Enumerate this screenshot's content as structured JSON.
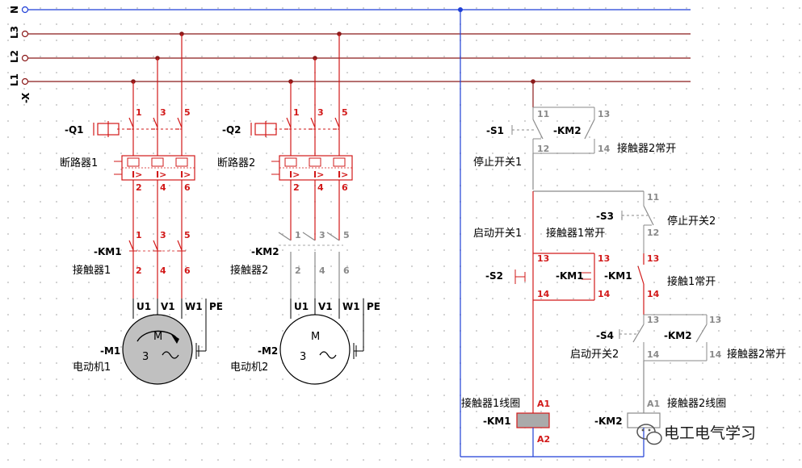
{
  "rails": {
    "n": "N",
    "l3": "L3",
    "l2": "L2",
    "l1": "L1",
    "x": "-X"
  },
  "colors": {
    "neutral": "#1f3fd6",
    "phase": "#8b1a1a",
    "energized": "#d21919",
    "deenergized": "#8a8a8a",
    "motor_running": "#c0c0c0"
  },
  "m1": {
    "breaker_tag": "-Q1",
    "breaker_name": "断路器1",
    "top_terms": [
      "1",
      "3",
      "5"
    ],
    "bottom_terms": [
      "2",
      "4",
      "6"
    ],
    "contactor_tag": "-KM1",
    "contactor_name": "接触器1",
    "motor_terms": [
      "U1",
      "V1",
      "W1",
      "PE"
    ],
    "motor_tag": "-M1",
    "motor_name": "电动机1",
    "motor_m": "M",
    "motor_phase": "3",
    "motor_sym": "~",
    "running": true
  },
  "m2": {
    "breaker_tag": "-Q2",
    "breaker_name": "断路器2",
    "top_terms": [
      "1",
      "3",
      "5"
    ],
    "bottom_terms": [
      "2",
      "4",
      "6"
    ],
    "contactor_tag": "-KM2",
    "contactor_name": "接触器2",
    "motor_terms": [
      "U1",
      "V1",
      "W1",
      "PE"
    ],
    "motor_tag": "-M2",
    "motor_name": "电动机2",
    "motor_m": "M",
    "motor_phase": "3",
    "motor_sym": "~",
    "running": false
  },
  "control": {
    "s1_tag": "-S1",
    "s1_name": "停止开关1",
    "s1_terms": [
      "11",
      "12"
    ],
    "km2_nc_tag": "-KM2",
    "km2_nc_terms": [
      "13",
      "14"
    ],
    "km2_nc_name": "接触器2常开",
    "s2_tag": "-S2",
    "s2_name": "启动开关1",
    "s2_terms": [
      "13",
      "14"
    ],
    "km1_hold_tag": "-KM1",
    "km1_hold_terms": [
      "13",
      "14"
    ],
    "km1_hold_name": "接触器1常开",
    "km1_aux_tag": "-KM1",
    "km1_aux_terms": [
      "13",
      "14"
    ],
    "km1_aux_name": "接触1常开",
    "s3_tag": "-S3",
    "s3_name": "停止开关2",
    "s3_terms": [
      "11",
      "12"
    ],
    "s4_tag": "-S4",
    "s4_name": "启动开关2",
    "s4_terms": [
      "13",
      "14"
    ],
    "km2_hold_tag": "-KM2",
    "km2_hold_terms": [
      "13",
      "14"
    ],
    "km2_hold_name": "接触器2常开",
    "coil1_tag": "-KM1",
    "coil1_name": "接触器1线圈",
    "coil1_terms": [
      "A1",
      "A2"
    ],
    "coil2_tag": "-KM2",
    "coil2_name": "接触器2线圈",
    "coil2_terms": [
      "A1"
    ]
  },
  "watermark": {
    "icon": "wechat-icon",
    "text": "电工电气学习"
  }
}
